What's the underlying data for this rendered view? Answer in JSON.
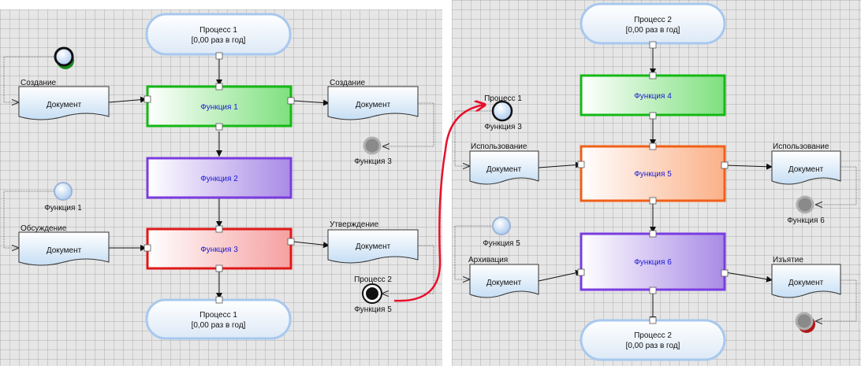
{
  "left": {
    "process_top": {
      "title": "Процесс 1",
      "rate": "[0,00 раз в год]"
    },
    "process_bottom": {
      "title": "Процесс 1",
      "rate": "[0,00 раз в год]"
    },
    "functions": [
      "Функция 1",
      "Функция 2",
      "Функция 3"
    ],
    "doc_in_1": {
      "caption": "Создание",
      "label": "Документ"
    },
    "doc_out_1": {
      "caption": "Создание",
      "label": "Документ"
    },
    "doc_in_3": {
      "caption": "Обсуждение",
      "label": "Документ"
    },
    "doc_out_3": {
      "caption": "Утверждение",
      "label": "Документ"
    },
    "event_func3": "Функция 3",
    "event_func1": "Функция 1",
    "event_proc2_top": "Процесс 2",
    "event_proc2_bottom": "Функция 5"
  },
  "right": {
    "process_top": {
      "title": "Процесс 2",
      "rate": "[0,00 раз в год]"
    },
    "process_bottom": {
      "title": "Процесс 2",
      "rate": "[0,00 раз в год]"
    },
    "functions": [
      "Функция 4",
      "Функция 5",
      "Функция 6"
    ],
    "event_proc1_top": "Процесс 1",
    "event_proc1_bottom": "Функция 3",
    "event_func5": "Функция 5",
    "event_func6": "Функция 6",
    "doc_in_5": {
      "caption": "Использование",
      "label": "Документ"
    },
    "doc_out_5": {
      "caption": "Использование",
      "label": "Документ"
    },
    "doc_in_6": {
      "caption": "Архивация",
      "label": "Документ"
    },
    "doc_out_6": {
      "caption": "Изъятие",
      "label": "Документ"
    }
  },
  "colors": {
    "function_green": "#14b814",
    "function_purple": "#7a3ce0",
    "function_red": "#e01818",
    "function_orange": "#f06018",
    "function_text": "#1a1ad0",
    "process_border": "#a8c8ee",
    "link_arrow": "#e8102c"
  }
}
